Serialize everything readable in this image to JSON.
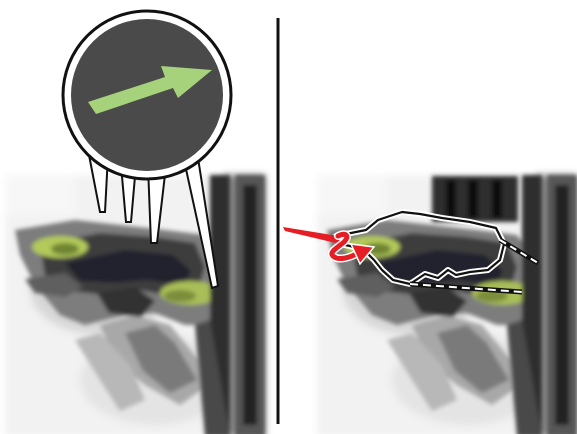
{
  "figure": {
    "panels": [
      {
        "id": "left",
        "callout": "magnified-direction-arrow"
      },
      {
        "id": "right",
        "callout": "paper-removal-path"
      }
    ],
    "colors": {
      "background": "#ffffff",
      "divider": "#111111",
      "magnifier_fill": "#4a4a4a",
      "magnifier_ring": "#222222",
      "direction_arrow": "#a6d27b",
      "removal_arrow": "#e51d24",
      "paper_outline": "#111111",
      "machine_dark": "#3a3a3a",
      "machine_mid": "#7d7d7d",
      "machine_light": "#c9c9c9",
      "green_part": "#b3c95a"
    }
  }
}
